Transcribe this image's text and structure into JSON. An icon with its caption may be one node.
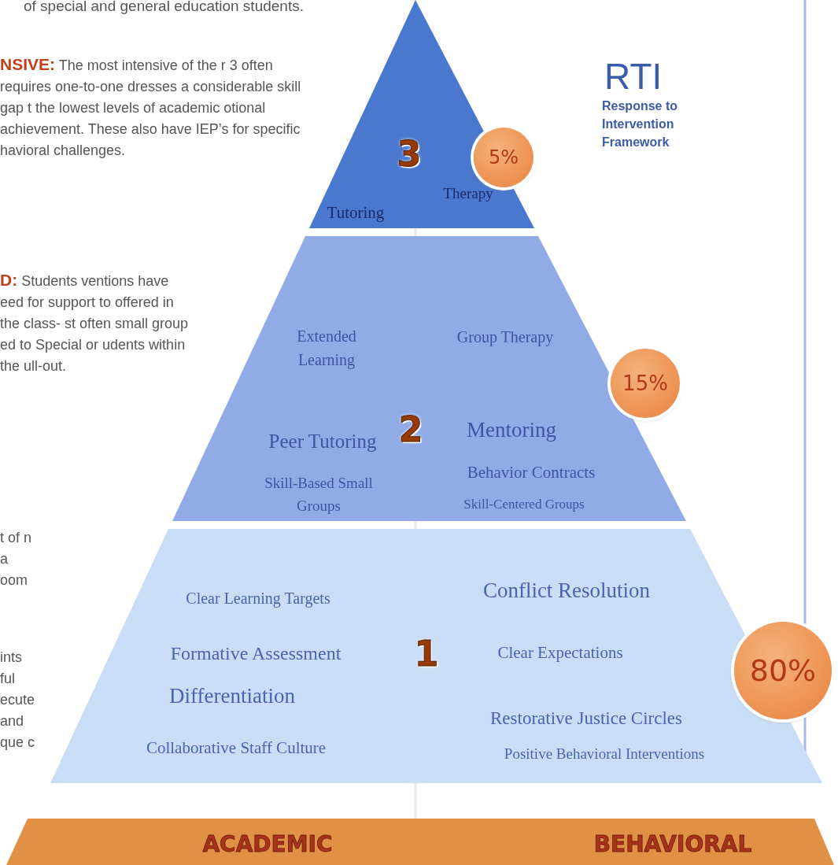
{
  "diagram": {
    "nodes": [
      {
        "text": [
          "3",
          "Tutoring",
          "Therapy"
        ]
      },
      {
        "text": [
          "2",
          "Extended Learning",
          "Group Therapy",
          "Mentoring",
          "Peer Tutoring",
          "Behavior Contracts",
          "Skill-Based Small Groups",
          "Skill-Centered Groups"
        ]
      },
      {
        "text": [
          "1",
          "Clear Learning Targets",
          "Conflict Resolution",
          "Formative Assessment",
          "Clear Expectations",
          "Differentiation",
          "Restorative Justice Circles",
          "Collaborative Staff Culture",
          "Positive Behavioral Interventions"
        ]
      },
      {
        "text": [
          "5%"
        ]
      },
      {
        "text": [
          "15%"
        ]
      },
      {
        "text": [
          "80%"
        ]
      },
      {
        "text": [
          "ACADEMIC",
          "BEHAVIORAL"
        ]
      }
    ],
    "labels": [
      "of special and general education students.",
      "**NSIVE:** The most intensive of the r 3 often requires one-to-one dresses a considerable skill gap t the lowest levels of academic otional achievement. These also have IEP’s for specific havioral challenges.",
      "RTI",
      "Response to Intervention Framework",
      "**D:** Students ventions have eed for support to offered in the class- st often small group ed to Special or udents within the ull-out.",
      "t of n a oom",
      "ints ful ecute and que c"
    ]
  }
}
